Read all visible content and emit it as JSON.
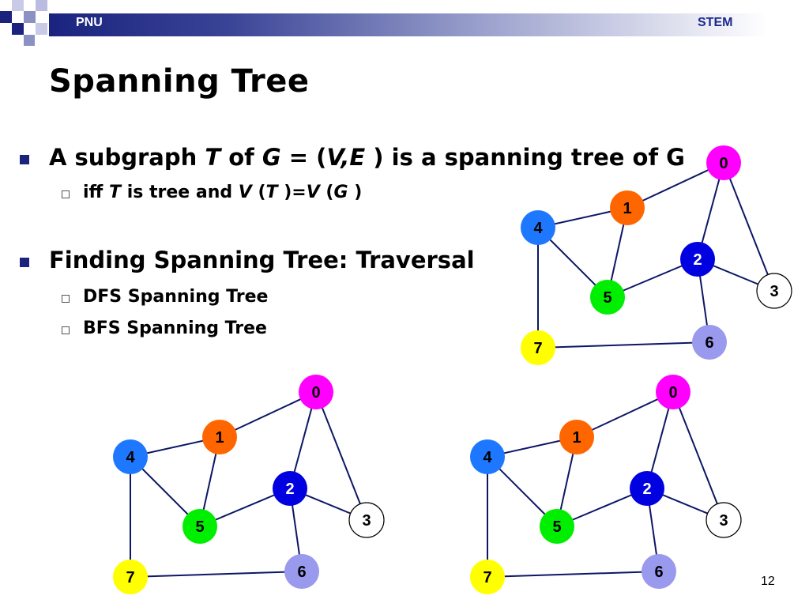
{
  "header": {
    "left": "PNU",
    "right": "STEM"
  },
  "title": "Spanning Tree",
  "bullets": [
    {
      "parts": [
        "A subgraph ",
        "T",
        " of ",
        "G",
        " = (",
        "V,E",
        " ) is a spanning tree of G"
      ],
      "sub": [
        {
          "parts": [
            "iff ",
            "T",
            " is tree and ",
            "V",
            " (",
            "T",
            " )=",
            "V",
            " (",
            "G",
            " )"
          ]
        }
      ]
    },
    {
      "text": "Finding Spanning Tree: Traversal",
      "sub": [
        {
          "text": "DFS Spanning Tree"
        },
        {
          "text": "BFS Spanning Tree"
        }
      ]
    }
  ],
  "page_number": "12",
  "graph": {
    "nodes": [
      {
        "id": "0",
        "label": "0",
        "color": "#ff00ff",
        "text_color": "#000000"
      },
      {
        "id": "1",
        "label": "1",
        "color": "#ff6600",
        "text_color": "#000000"
      },
      {
        "id": "2",
        "label": "2",
        "color": "#0000e0",
        "text_color": "#ffffff"
      },
      {
        "id": "3",
        "label": "3",
        "color": "#ffffff",
        "text_color": "#000000"
      },
      {
        "id": "4",
        "label": "4",
        "color": "#1e78ff",
        "text_color": "#000000"
      },
      {
        "id": "5",
        "label": "5",
        "color": "#00ee00",
        "text_color": "#000000"
      },
      {
        "id": "6",
        "label": "6",
        "color": "#9999ee",
        "text_color": "#000000"
      },
      {
        "id": "7",
        "label": "7",
        "color": "#ffff00",
        "text_color": "#000000"
      }
    ],
    "edges": [
      [
        "0",
        "1"
      ],
      [
        "0",
        "2"
      ],
      [
        "0",
        "3"
      ],
      [
        "1",
        "4"
      ],
      [
        "1",
        "5"
      ],
      [
        "2",
        "3"
      ],
      [
        "2",
        "5"
      ],
      [
        "2",
        "6"
      ],
      [
        "4",
        "5"
      ],
      [
        "4",
        "7"
      ],
      [
        "6",
        "7"
      ]
    ],
    "edge_color": "#0d1666"
  }
}
